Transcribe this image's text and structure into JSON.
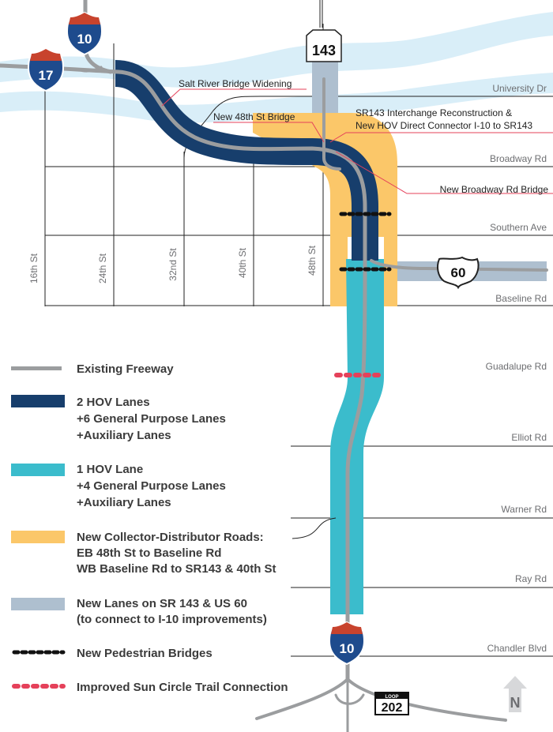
{
  "colors": {
    "river": "#d9eef8",
    "freeway": "#9b9d9f",
    "hov2": "#173e6c",
    "hov1": "#3bbccc",
    "collector": "#fbc769",
    "new_lanes": "#aebfcf",
    "pedestrian": "#111111",
    "trail": "#e5415a",
    "callout_line": "#e5415a",
    "street": "#222222",
    "label": "#6d6e71"
  },
  "streets": {
    "university": "University Dr",
    "broadway": "Broadway Rd",
    "southern": "Southern Ave",
    "baseline": "Baseline Rd",
    "guadalupe": "Guadalupe Rd",
    "elliot": "Elliot Rd",
    "warner": "Warner Rd",
    "ray": "Ray Rd",
    "chandler": "Chandler Blvd",
    "st16": "16th St",
    "st24": "24th St",
    "st32": "32nd St",
    "st40": "40th St",
    "st48": "48th St"
  },
  "callouts": {
    "salt_river": "Salt River Bridge Widening",
    "new_48th": "New 48th St Bridge",
    "sr143_line1": "SR143 Interchange Reconstruction &",
    "sr143_line2": "New HOV Direct Connector I-10 to SR143",
    "broadway_bridge": "New Broadway Rd Bridge"
  },
  "shields": {
    "i10_north": "10",
    "i17": "17",
    "sr143": "143",
    "us60": "60",
    "i10_south": "10",
    "loop_label": "LOOP",
    "loop_num": "202"
  },
  "north_arrow": "N",
  "legend": {
    "existing": "Existing Freeway",
    "hov2_line1": "2 HOV Lanes",
    "hov2_line2": "+6 General Purpose Lanes",
    "hov2_line3": "+Auxiliary Lanes",
    "hov1_line1": "1 HOV Lane",
    "hov1_line2": "+4 General Purpose Lanes",
    "hov1_line3": "+Auxiliary Lanes",
    "collector_line1": "New Collector-Distributor Roads:",
    "collector_line2": "EB 48th St to Baseline Rd",
    "collector_line3": "WB Baseline Rd to SR143 & 40th St",
    "newlanes_line1": "New Lanes on SR 143 & US 60",
    "newlanes_line2": "(to connect to I-10 improvements)",
    "pedestrian": "New Pedestrian Bridges",
    "trail": "Improved Sun Circle Trail Connection"
  }
}
